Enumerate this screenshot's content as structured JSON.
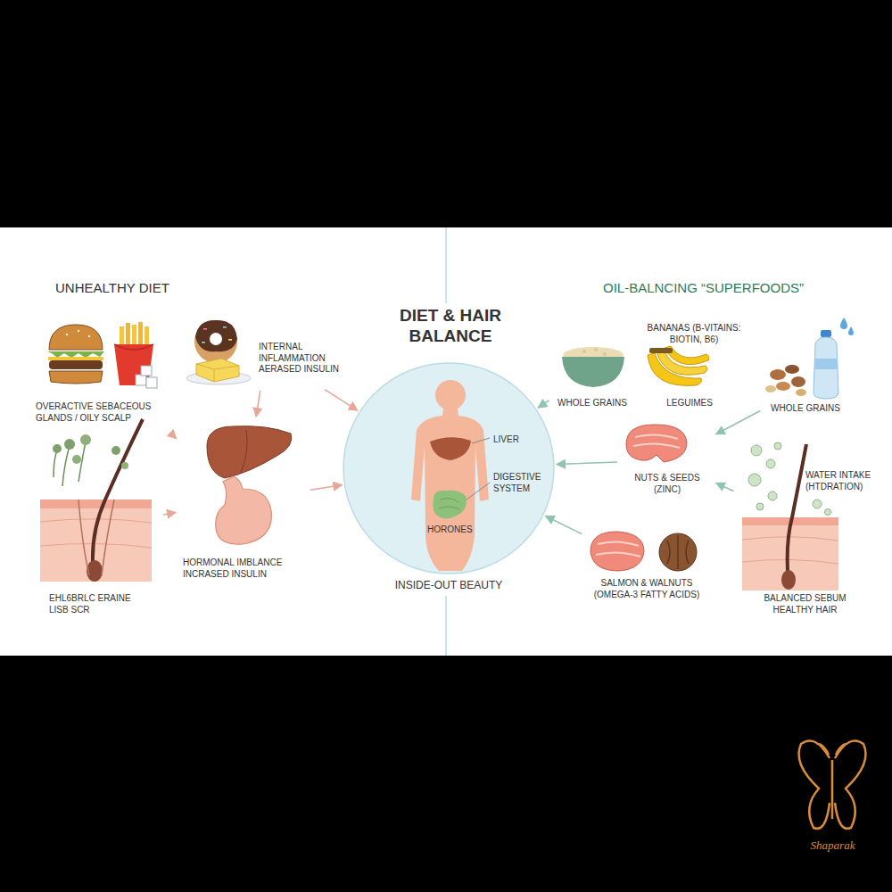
{
  "diagram": {
    "title": "DIET & HAIR BALANCE",
    "nodes": [
      {
        "text": [
          "LIVER",
          "DIGESTIVE SYSTEM",
          "HORONES",
          "INSIDE-OUT BEAUTY"
        ]
      },
      {
        "text": [
          "OVERACTIVE SEBACEOUS GLANDS / OILY SCALP"
        ]
      },
      {
        "text": [
          "INTERNAL INFLAMMATION AERASED INSULIN"
        ]
      },
      {
        "text": [
          "EHL6BRLC ERAINE LISB SCR"
        ]
      },
      {
        "text": [
          "HORMONAL IMBLANCE INCRASED INSULIN"
        ]
      },
      {
        "text": [
          "WHOLE GRAINS"
        ]
      },
      {
        "text": [
          "BANANAS (B-VITAINS: BIOTIN, B6)",
          "LEGUIMES"
        ]
      },
      {
        "text": [
          "WHOLE GRAINS"
        ]
      },
      {
        "text": [
          "NUTS & SEEDS (ZINC)"
        ]
      },
      {
        "text": [
          "SALMON & WALNUTS (OMEGA-3 FATTY ACIDS)"
        ]
      },
      {
        "text": [
          "WATER INTAKE (HTDRATION)",
          "BALANCED SEBUM HEALTHY HAIR"
        ]
      }
    ],
    "edges": [
      {
        "from": 1,
        "to": 4,
        "arrow": "to"
      },
      {
        "from": 2,
        "to": 4,
        "arrow": "to"
      },
      {
        "from": 3,
        "to": 4,
        "arrow": "to"
      },
      {
        "from": 4,
        "to": 0,
        "arrow": "to"
      },
      {
        "from": 2,
        "to": 0,
        "arrow": "to"
      },
      {
        "from": 5,
        "to": 0,
        "arrow": "to"
      },
      {
        "from": 8,
        "to": 0,
        "arrow": "to"
      },
      {
        "from": 9,
        "to": 0,
        "arrow": "to"
      },
      {
        "from": 7,
        "to": 8,
        "arrow": "to"
      },
      {
        "from": 10,
        "to": 8,
        "arrow": "to"
      }
    ],
    "labels": [
      "UNHEALTHY DIET",
      "OIL-BALNCING “SUPERFOODS”",
      "Shaparak"
    ]
  }
}
